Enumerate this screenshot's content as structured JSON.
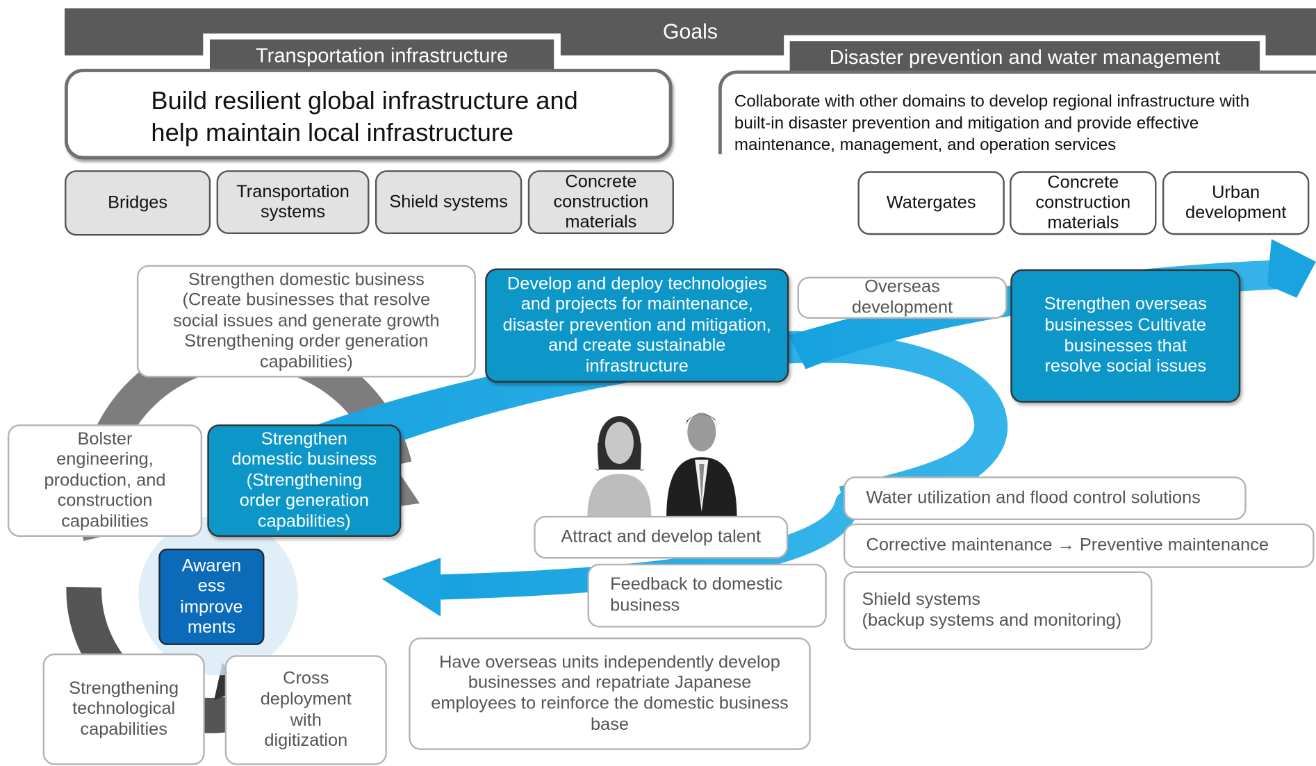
{
  "goals_label": "Goals",
  "transportation": {
    "tab": "Transportation infrastructure",
    "goal_line1": "Build resilient global infrastructure and",
    "goal_line2": "help maintain local infrastructure",
    "categories": [
      "Bridges",
      "Transportation systems",
      "Shield systems",
      "Concrete construction materials"
    ]
  },
  "disaster": {
    "tab": "Disaster prevention and water management",
    "goal_line1": "Collaborate with other domains to develop regional infrastructure with",
    "goal_line2": "built-in disaster prevention and mitigation and provide effective",
    "goal_line3": "maintenance, management, and operation services",
    "categories": [
      "Watergates",
      "Concrete construction materials",
      "Urban development"
    ]
  },
  "flow": {
    "strengthen_domestic_top": "Strengthen domestic business (Create businesses that resolve social issues and generate growth Strengthening order generation capabilities)",
    "develop_deploy": "Develop and deploy technologies and projects for maintenance, disaster prevention and mitigation, and create sustainable infrastructure",
    "overseas_development": "Overseas development",
    "strengthen_overseas": "Strengthen overseas businesses Cultivate businesses that resolve social issues",
    "bolster_engineering": "Bolster engineering, production, and construction capabilities",
    "strengthen_domestic_left": "Strengthen domestic business (Strengthening order generation capabilities)",
    "awareness": "Awaren ess improve ments",
    "attract_talent": "Attract and develop talent",
    "feedback_line1": "Feedback to domestic",
    "feedback_line2": "business",
    "water_utilization": "Water utilization and flood control solutions",
    "corrective_maintenance": "Corrective maintenance → Preventive maintenance",
    "shield_line1": "Shield systems",
    "shield_line2": "(backup systems and monitoring)",
    "have_overseas": "Have overseas units independently develop businesses and repatriate Japanese employees to reinforce the domestic business base",
    "strengthening_tech": "Strengthening technological capabilities",
    "cross_deployment": "Cross deployment with digitization"
  },
  "colors": {
    "band_gray": "#5a5a5a",
    "arrow_blue": "#1aa3e0",
    "box_blue": "#0d97c9",
    "box_dark_blue": "#0b6bb8",
    "category_gray": "#e2e2e2"
  },
  "icons": [
    "curved-arrow-icon",
    "cycle-arrows-icon",
    "people-icon"
  ]
}
